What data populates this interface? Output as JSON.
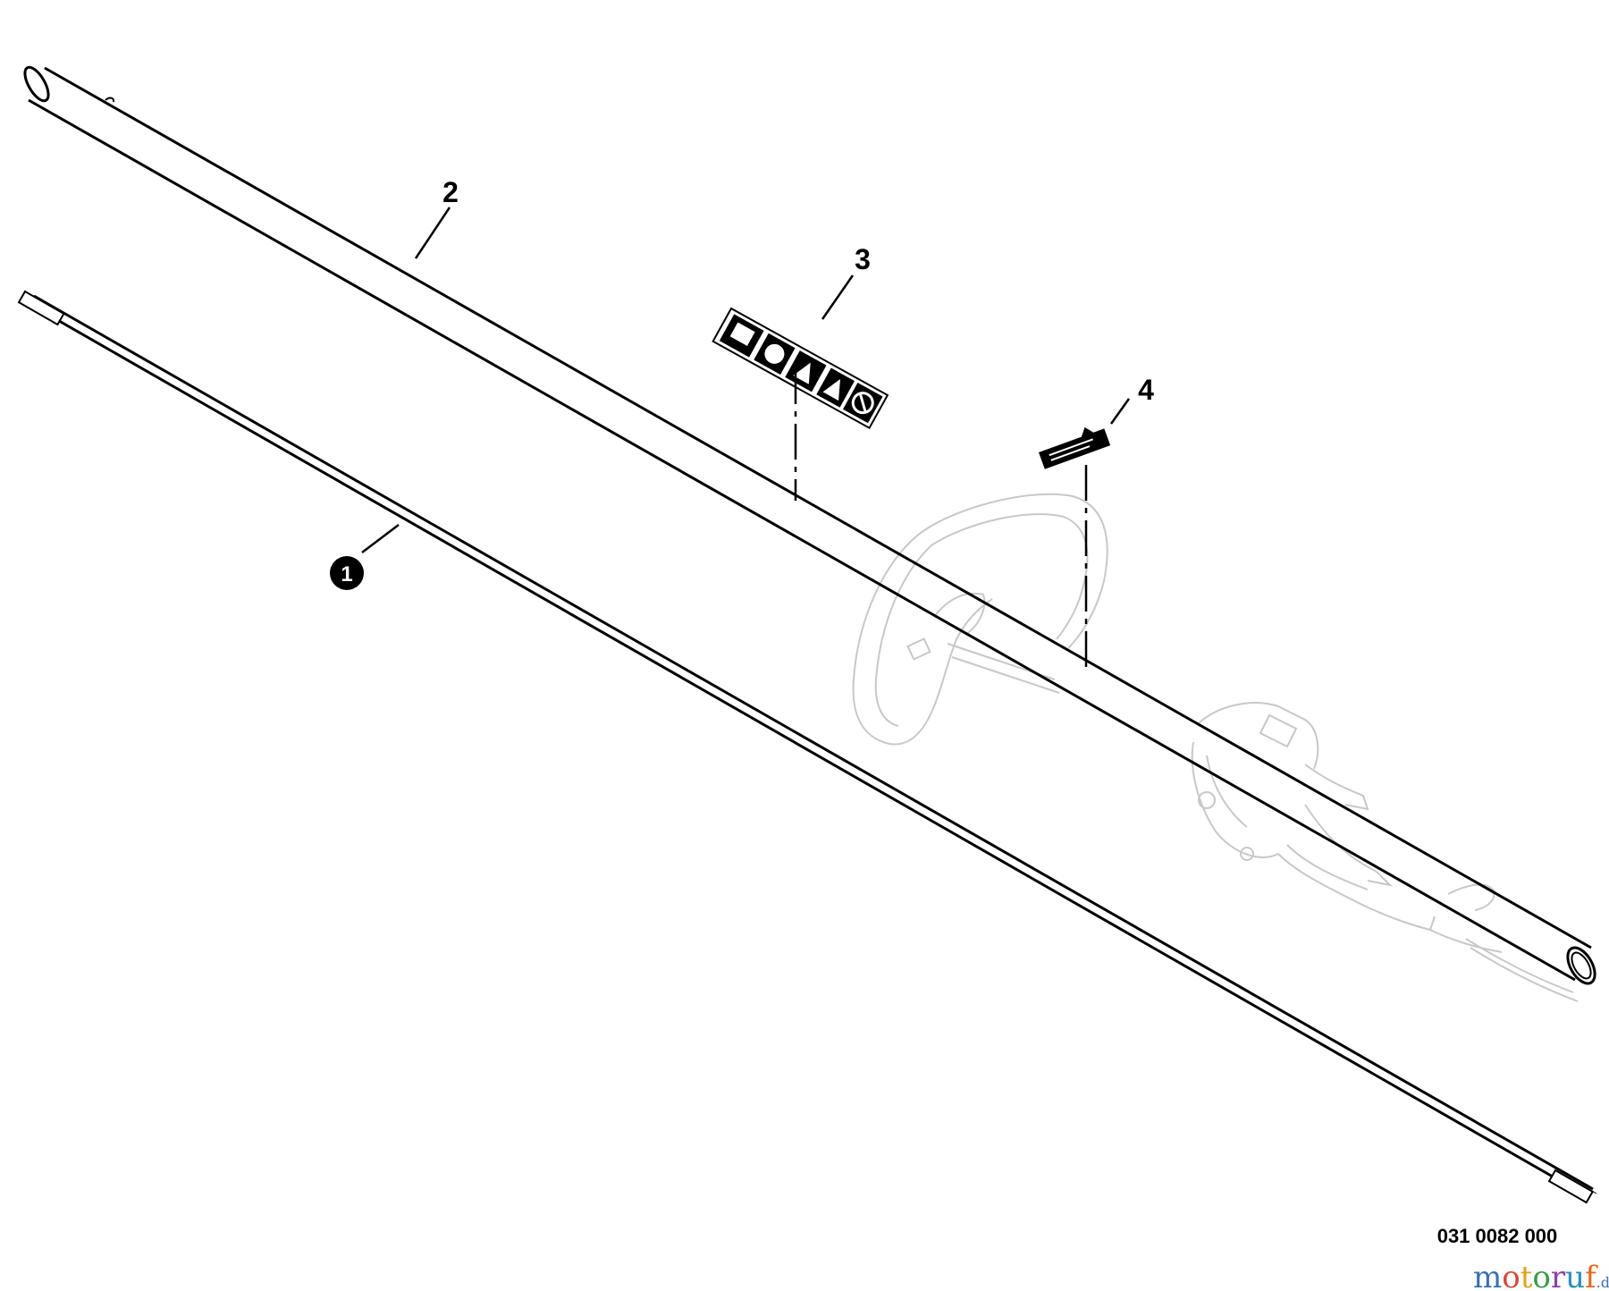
{
  "diagram": {
    "callouts": [
      {
        "id": "1",
        "label": "1",
        "filled": true
      },
      {
        "id": "2",
        "label": "2",
        "filled": false
      },
      {
        "id": "3",
        "label": "3",
        "filled": false
      },
      {
        "id": "4",
        "label": "4",
        "filled": false
      }
    ],
    "drawing_number": "031 0082 000",
    "watermark": {
      "letters": [
        "m",
        "o",
        "t",
        "o",
        "r",
        "u",
        "f"
      ],
      "suffix": ".de",
      "colors": [
        "#3a6fb0",
        "#d44a3a",
        "#e0a21c",
        "#3a9b4a",
        "#8a3fa0",
        "#2a8fb8",
        "#e06a1c"
      ]
    },
    "parts": [
      {
        "name": "drive-shaft",
        "callout": "1"
      },
      {
        "name": "shaft-tube",
        "callout": "2"
      },
      {
        "name": "warning-decal",
        "callout": "3"
      },
      {
        "name": "handle-decal",
        "callout": "4"
      }
    ]
  }
}
